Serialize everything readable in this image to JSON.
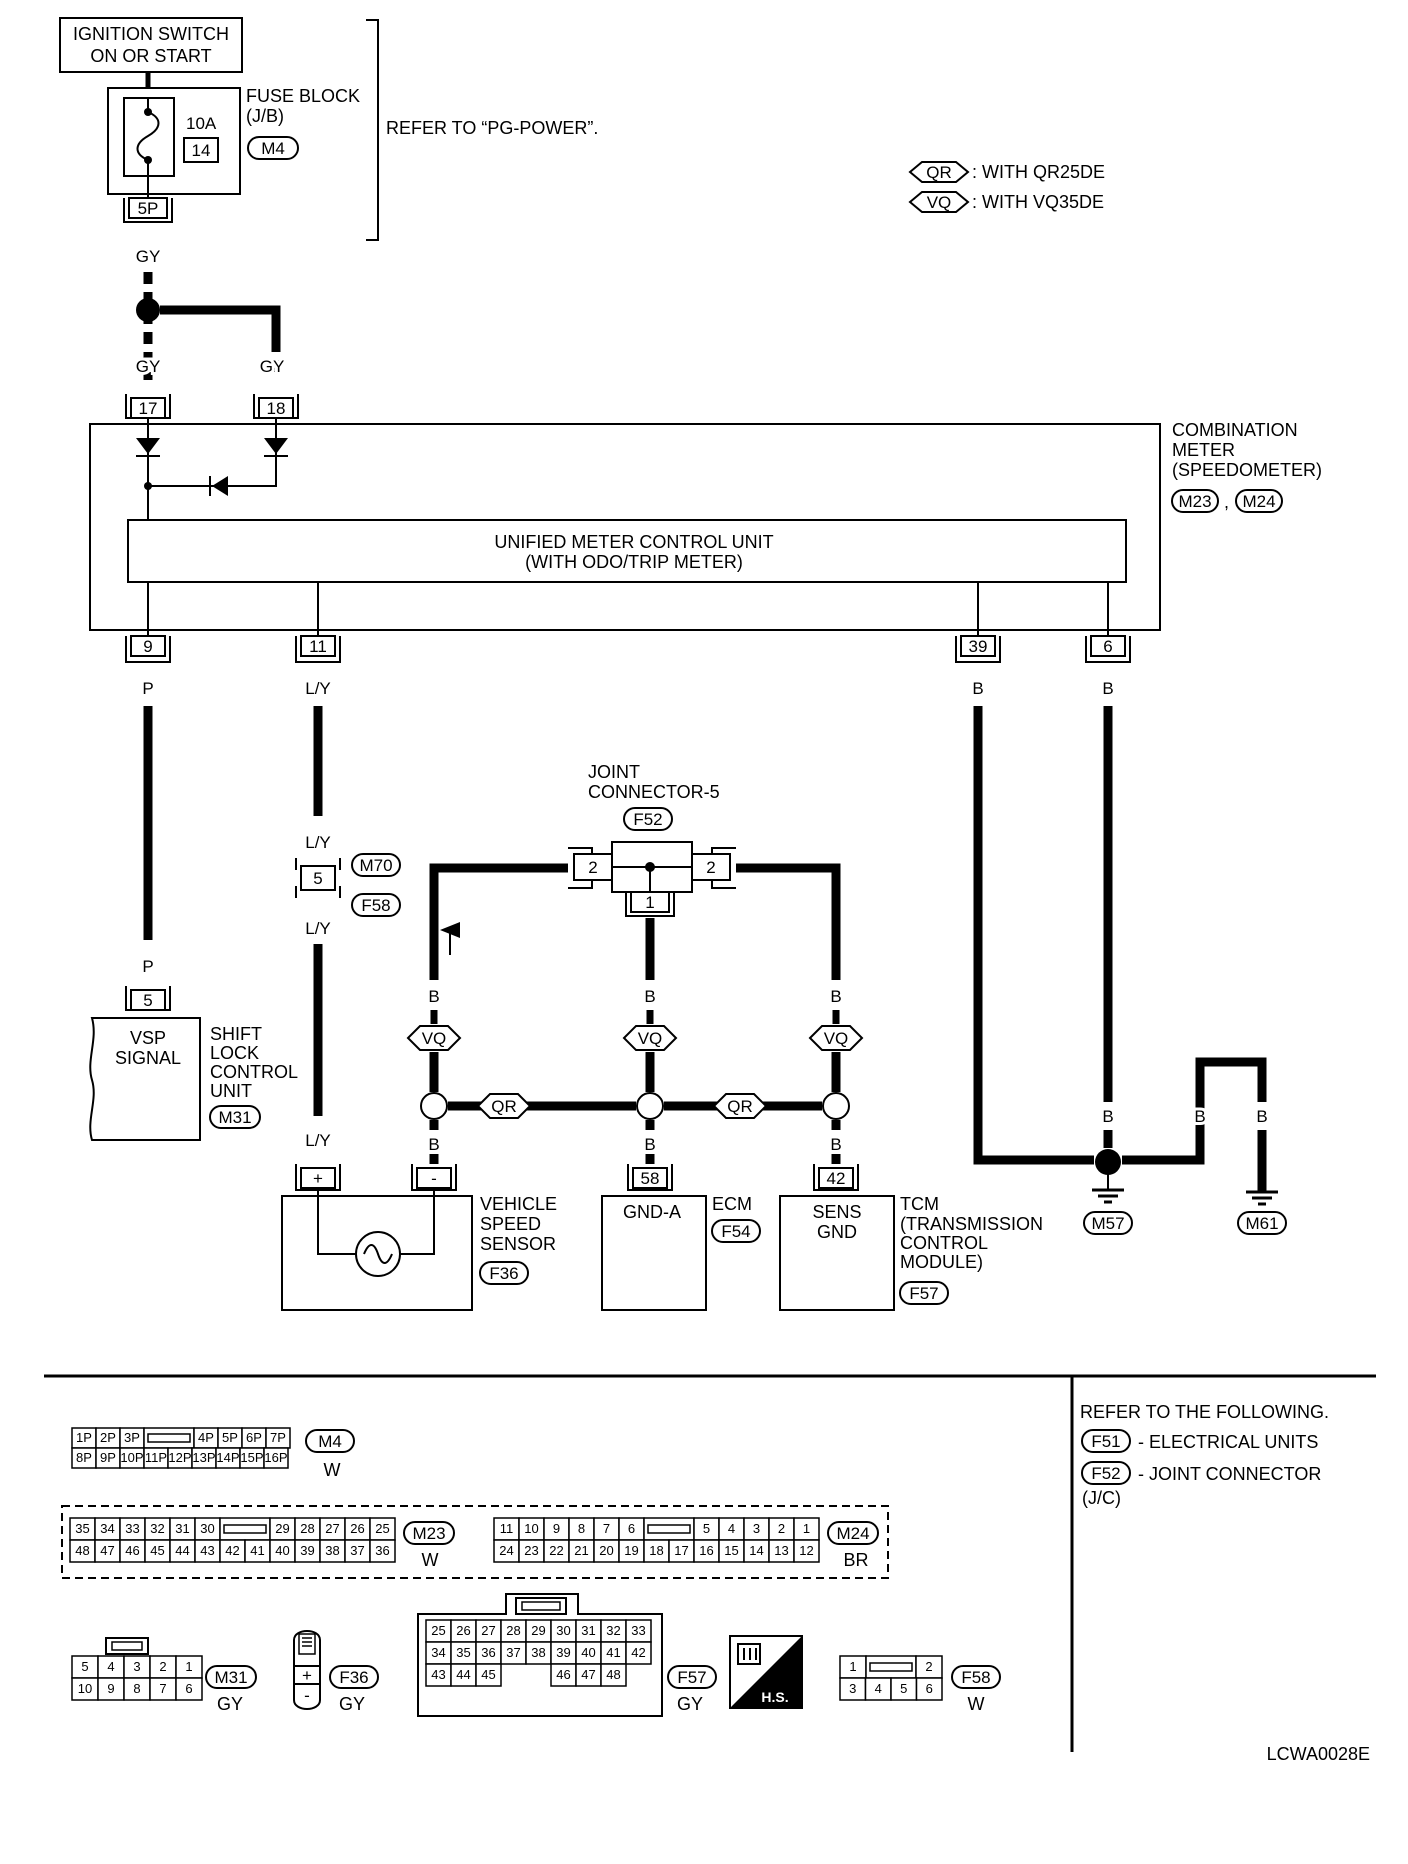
{
  "ignition": [
    "IGNITION SWITCH",
    "ON OR START"
  ],
  "fuse": {
    "title": [
      "FUSE BLOCK",
      "(J/B)"
    ],
    "rating": "10A",
    "number": "14",
    "conn": "M4",
    "pin": "5P"
  },
  "refer_pg": "REFER TO “PG-POWER”.",
  "legend": [
    {
      "tag": "QR",
      "text": ": WITH QR25DE"
    },
    {
      "tag": "VQ",
      "text": ": WITH VQ35DE"
    }
  ],
  "wire_colors": {
    "gy": "GY",
    "p": "P",
    "ly": "L/Y",
    "b": "B"
  },
  "meter": {
    "title": [
      "COMBINATION",
      "METER",
      "(SPEEDOMETER)"
    ],
    "conn1": "M23",
    "sep": ",",
    "conn2": "M24",
    "unit": [
      "UNIFIED METER CONTROL UNIT",
      "(WITH ODO/TRIP METER)"
    ],
    "pins_in": [
      "17",
      "18"
    ],
    "pins_out": [
      "9",
      "11",
      "39",
      "6"
    ]
  },
  "joint": {
    "title": [
      "JOINT",
      "CONNECTOR-5"
    ],
    "conn": "F52",
    "pins": [
      "2",
      "2",
      "1"
    ]
  },
  "inline": {
    "pin": "5",
    "conn_top": "M70",
    "conn_bot": "F58"
  },
  "shift_lock": {
    "pin": "5",
    "inner": [
      "VSP",
      "SIGNAL"
    ],
    "title": [
      "SHIFT",
      "LOCK",
      "CONTROL",
      "UNIT"
    ],
    "conn": "M31"
  },
  "vss": {
    "plus": "+",
    "minus": "-",
    "title": [
      "VEHICLE",
      "SPEED",
      "SENSOR"
    ],
    "conn": "F36"
  },
  "ecm": {
    "pin": "58",
    "inner": "GND-A",
    "title": "ECM",
    "conn": "F54"
  },
  "tcm": {
    "pin": "42",
    "inner": [
      "SENS",
      "GND"
    ],
    "title": [
      "TCM",
      "(TRANSMISSION",
      "CONTROL",
      "MODULE)"
    ],
    "conn": "F57"
  },
  "grounds": [
    "M57",
    "M61"
  ],
  "refer_box": {
    "title": "REFER TO THE FOLLOWING.",
    "items": [
      {
        "conn": "F51",
        "text": "- ELECTRICAL UNITS"
      },
      {
        "conn": "F52",
        "text": "- JOINT CONNECTOR"
      }
    ],
    "jc": "(J/C)"
  },
  "connectors": {
    "m4": {
      "name": "M4",
      "color": "W",
      "row1": [
        "1P",
        "2P",
        "3P",
        "",
        "4P",
        "5P",
        "6P",
        "7P"
      ],
      "row2": [
        "8P",
        "9P",
        "10P",
        "11P",
        "12P",
        "13P",
        "14P",
        "15P",
        "16P"
      ]
    },
    "m23": {
      "name": "M23",
      "color": "W",
      "row1": [
        "35",
        "34",
        "33",
        "32",
        "31",
        "30",
        "",
        "29",
        "28",
        "27",
        "26",
        "25"
      ],
      "row2": [
        "48",
        "47",
        "46",
        "45",
        "44",
        "43",
        "42",
        "41",
        "40",
        "39",
        "38",
        "37",
        "36"
      ]
    },
    "m24": {
      "name": "M24",
      "color": "BR",
      "row1": [
        "11",
        "10",
        "9",
        "8",
        "7",
        "6",
        "",
        "5",
        "4",
        "3",
        "2",
        "1"
      ],
      "row2": [
        "24",
        "23",
        "22",
        "21",
        "20",
        "19",
        "18",
        "17",
        "16",
        "15",
        "14",
        "13",
        "12"
      ]
    },
    "m31": {
      "name": "M31",
      "color": "GY",
      "row1": [
        "5",
        "4",
        "3",
        "2",
        "1"
      ],
      "row2": [
        "10",
        "9",
        "8",
        "7",
        "6"
      ]
    },
    "f36": {
      "name": "F36",
      "color": "GY",
      "pins": [
        "+",
        "-"
      ]
    },
    "f57": {
      "name": "F57",
      "color": "GY",
      "row1": [
        "25",
        "26",
        "27",
        "28",
        "29",
        "30",
        "31",
        "32",
        "33"
      ],
      "row2": [
        "34",
        "35",
        "36",
        "37",
        "38",
        "39",
        "40",
        "41",
        "42"
      ],
      "row3": [
        "43",
        "44",
        "45",
        "",
        "",
        "46",
        "47",
        "48"
      ]
    },
    "hs": "H.S.",
    "f58": {
      "name": "F58",
      "color": "W",
      "row1": [
        "1",
        "",
        "2"
      ],
      "row2": [
        "3",
        "4",
        "5",
        "6"
      ]
    }
  },
  "code": "LCWA0028E"
}
